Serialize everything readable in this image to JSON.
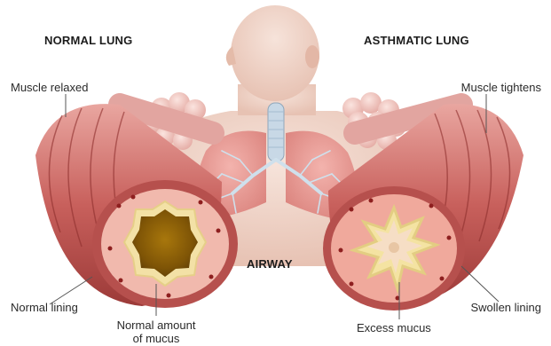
{
  "headings": {
    "normal": "NORMAL LUNG",
    "asthmatic": "ASTHMATIC LUNG",
    "airway": "AIRWAY"
  },
  "labels": {
    "muscle_relaxed": "Muscle relaxed",
    "muscle_tightens": "Muscle tightens",
    "normal_lining": "Normal lining",
    "normal_mucus_line1": "Normal amount",
    "normal_mucus_line2": "of mucus",
    "excess_mucus": "Excess mucus",
    "swollen_lining": "Swollen lining"
  }
}
